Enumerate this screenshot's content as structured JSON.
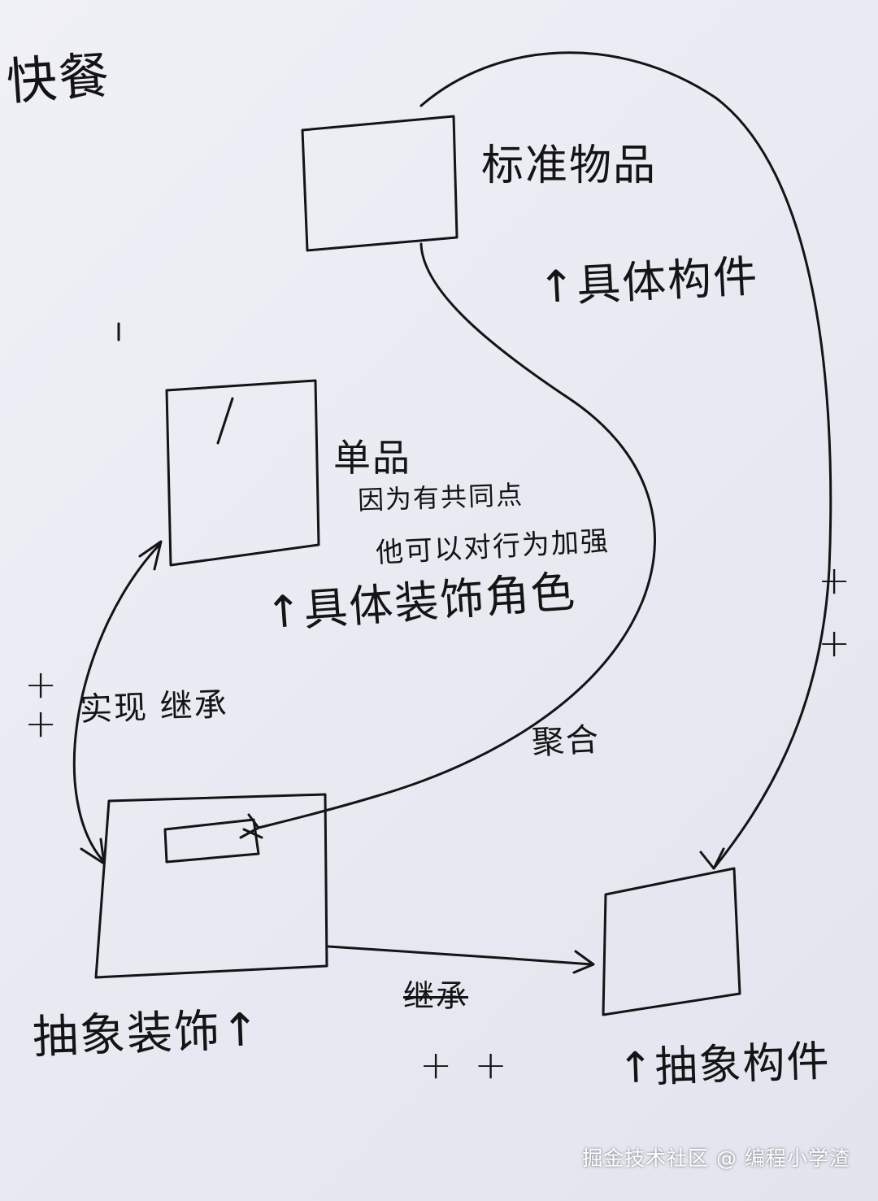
{
  "diagram": {
    "title": "快餐",
    "nodes": {
      "standard_item": "标准物品",
      "concrete_component": "↑具体构件",
      "single_item": "单品",
      "single_item_note_1": "因为有共同点",
      "single_item_note_2": "他可以对行为加强",
      "concrete_decorator": "↑具体装饰角色",
      "abstract_decorator": "抽象装饰↑",
      "abstract_component": "↑抽象构件"
    },
    "edges": {
      "implements_inherits": "实现 继承",
      "aggregation": "聚合",
      "inheritance": "继承"
    },
    "markers": {
      "plus_left": "+ +",
      "plus_right": "+ +",
      "plus_bottom": "+ +"
    }
  },
  "watermark": "掘金技术社区 @ 编程小学渣",
  "ink_color": "#141414",
  "paper_color": "#eceef5"
}
